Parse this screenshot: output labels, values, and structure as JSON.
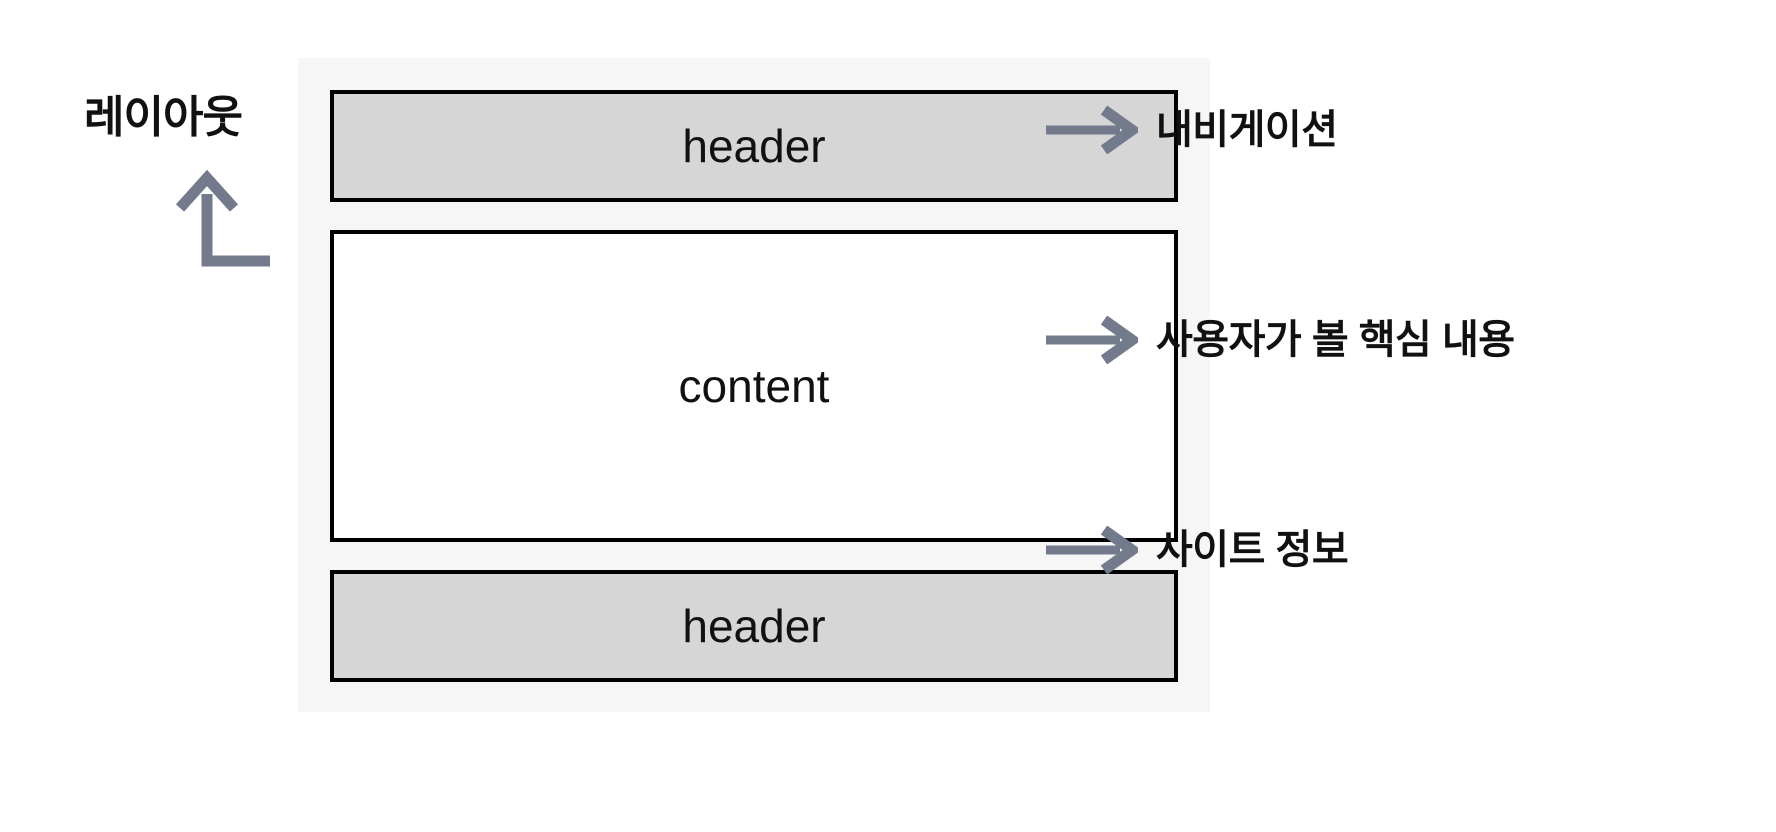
{
  "diagram": {
    "title_caption": "레이아웃",
    "colors": {
      "wrapper_background": "#f6f6f6",
      "box_fill_gray": "#d6d6d6",
      "box_fill_white": "#ffffff",
      "box_border": "#000000",
      "arrow": "#737a8c",
      "text": "#111111",
      "page_background": "#ffffff"
    },
    "regions": [
      {
        "id": "header",
        "label": "header",
        "fill": "gray"
      },
      {
        "id": "content",
        "label": "content",
        "fill": "white"
      },
      {
        "id": "footer",
        "label": "header",
        "fill": "gray"
      }
    ],
    "annotations": [
      {
        "id": "navigation",
        "label": "내비게이션",
        "arrow": "arrow-right-icon"
      },
      {
        "id": "main-content",
        "label": "사용자가 볼 핵심 내용",
        "arrow": "arrow-right-icon"
      },
      {
        "id": "site-info",
        "label": "사이트 정보",
        "arrow": "arrow-right-icon"
      }
    ],
    "left_arrow": {
      "icon": "elbow-arrow-up-icon",
      "points_to": "레이아웃"
    }
  }
}
